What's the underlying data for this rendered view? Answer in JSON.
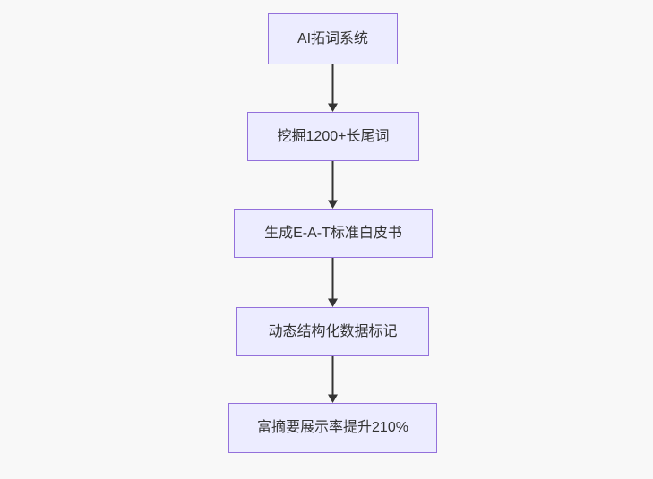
{
  "diagram": {
    "type": "flowchart",
    "direction": "top-down",
    "nodes": [
      {
        "id": "node-1",
        "label": "AI拓词系统"
      },
      {
        "id": "node-2",
        "label": "挖掘1200+长尾词"
      },
      {
        "id": "node-3",
        "label": "生成E-A-T标准白皮书"
      },
      {
        "id": "node-4",
        "label": "动态结构化数据标记"
      },
      {
        "id": "node-5",
        "label": "富摘要展示率提升210%"
      }
    ],
    "edges": [
      {
        "from": "AI拓词系统",
        "to": "挖掘1200+长尾词",
        "style": "arrow-down"
      },
      {
        "from": "挖掘1200+长尾词",
        "to": "生成E-A-T标准白皮书",
        "style": "arrow-down"
      },
      {
        "from": "生成E-A-T标准白皮书",
        "to": "动态结构化数据标记",
        "style": "arrow-down"
      },
      {
        "from": "动态结构化数据标记",
        "to": "富摘要展示率提升210%",
        "style": "arrow-down"
      }
    ],
    "colors": {
      "node_fill": "#ECECFF",
      "node_border": "#9370DB",
      "node_text": "#333333",
      "edge": "#333333",
      "background": "#f8f8f8"
    }
  }
}
